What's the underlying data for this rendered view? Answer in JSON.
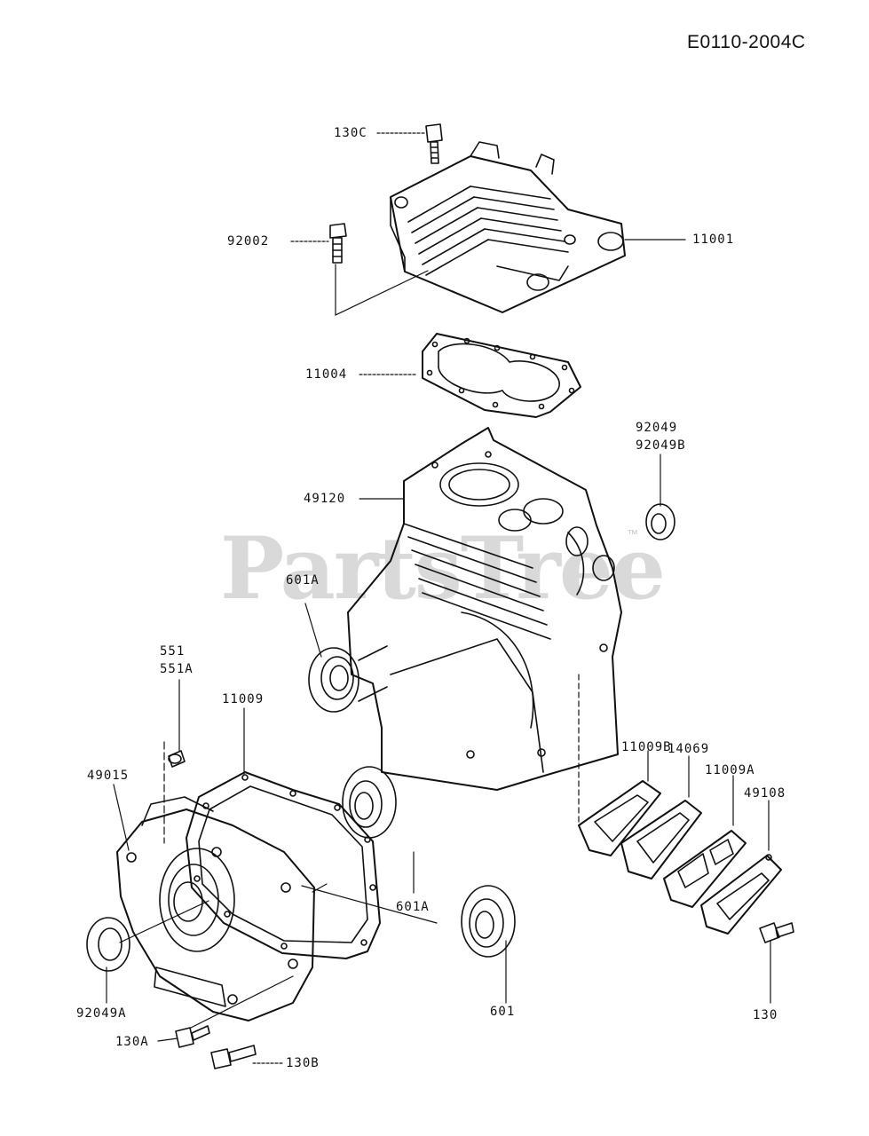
{
  "diagram_code": "E0110-2004C",
  "watermark": {
    "text": "PartsTree",
    "tm": "™"
  },
  "parts": {
    "p130C": "130C",
    "p92002": "92002",
    "p11001": "11001",
    "p11004": "11004",
    "p92049": "92049",
    "p92049B": "92049B",
    "p49120": "49120",
    "p601A_top": "601A",
    "p551": "551",
    "p551A": "551A",
    "p11009": "11009",
    "p49015": "49015",
    "p11009B": "11009B",
    "p14069": "14069",
    "p11009A": "11009A",
    "p49108": "49108",
    "p601A_bottom": "601A",
    "p601": "601",
    "p92049A": "92049A",
    "p130": "130",
    "p130A": "130A",
    "p130B": "130B"
  }
}
